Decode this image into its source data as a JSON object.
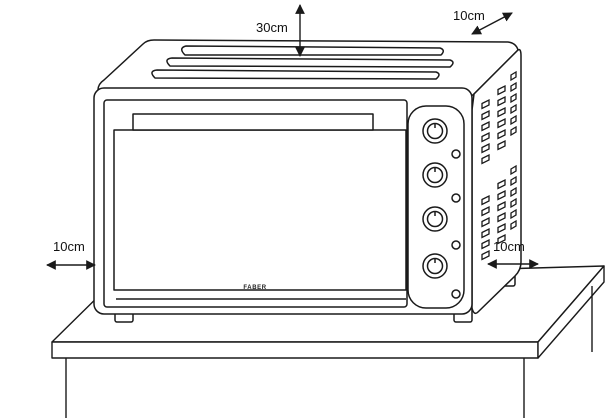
{
  "labels": {
    "top_clearance": "30cm",
    "rear_right_clearance": "10cm",
    "left_clearance": "10cm",
    "right_clearance": "10cm"
  },
  "oven": {
    "brand": "FABER",
    "control_knobs": 4,
    "indicator_lights": 4
  },
  "colors": {
    "line": "#1a1a1a",
    "surface": "#ffffff"
  }
}
